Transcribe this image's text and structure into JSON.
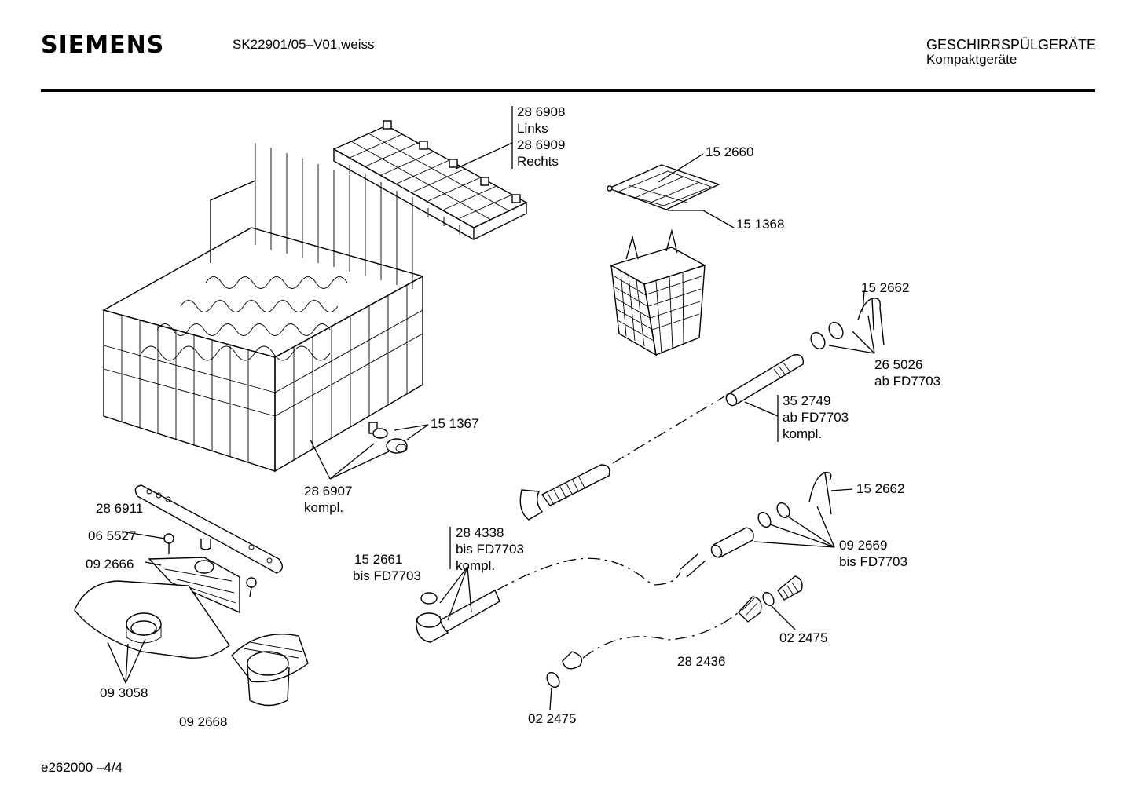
{
  "header": {
    "brand": "SIEMENS",
    "model": "SK22901/05–V01,weiss",
    "category": "GESCHIRRSPÜLGERÄTE",
    "subcategory": "Kompaktgeräte"
  },
  "footer": {
    "code": "e262000 –4/4"
  },
  "parts": {
    "p286908": {
      "number": "28 6908",
      "note": "Links"
    },
    "p286909": {
      "number": "28 6909",
      "note": "Rechts"
    },
    "p152660": {
      "number": "15 2660"
    },
    "p151368": {
      "number": "15 1368"
    },
    "p152662a": {
      "number": "15 2662"
    },
    "p265026": {
      "number": "26 5026",
      "note": "ab FD7703"
    },
    "p352749": {
      "number": "35 2749",
      "note": "ab FD7703",
      "note2": "kompl."
    },
    "p151367": {
      "number": "15 1367"
    },
    "p286907": {
      "number": "28 6907",
      "note": "kompl."
    },
    "p286911": {
      "number": "28 6911"
    },
    "p065527": {
      "number": "06 5527"
    },
    "p092666": {
      "number": "09 2666"
    },
    "p284338": {
      "number": "28 4338",
      "note": "bis FD7703",
      "note2": "kompl."
    },
    "p152661": {
      "number": "15 2661",
      "note": "bis FD7703"
    },
    "p152662b": {
      "number": "15 2662"
    },
    "p092669": {
      "number": "09 2669",
      "note": "bis FD7703"
    },
    "p022475a": {
      "number": "02 2475"
    },
    "p282436": {
      "number": "28 2436"
    },
    "p022475b": {
      "number": "02 2475"
    },
    "p093058": {
      "number": "09 3058"
    },
    "p092668": {
      "number": "09 2668"
    }
  }
}
